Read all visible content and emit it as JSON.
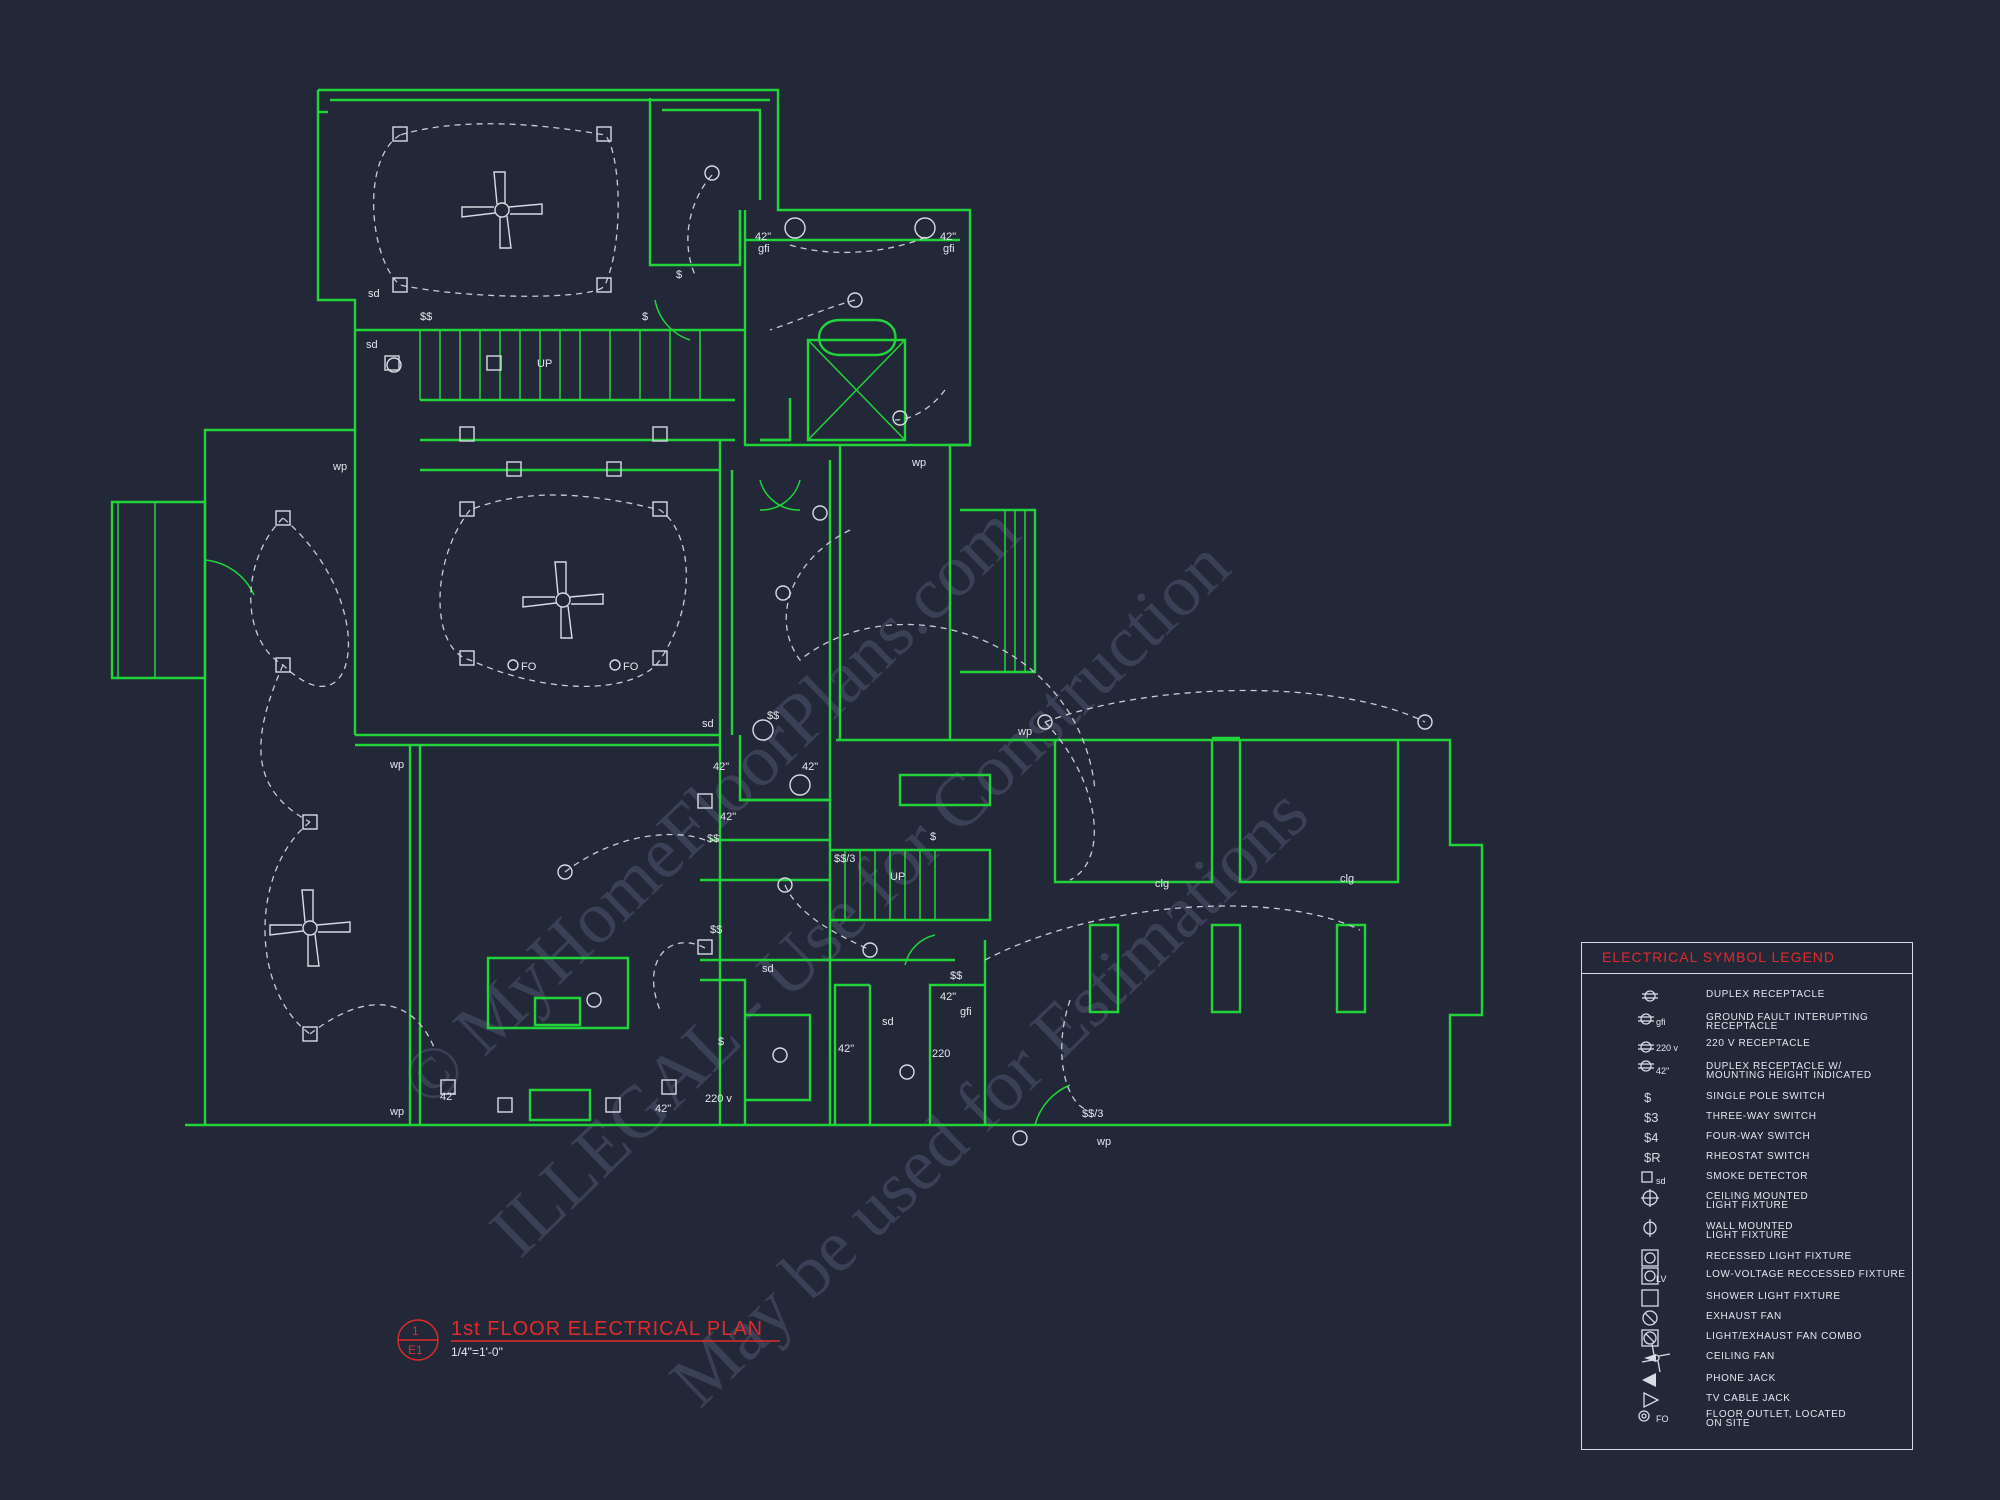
{
  "drawing": {
    "title": "1st FLOOR ELECTRICAL PLAN",
    "scale": "1/4\"=1'-0\"",
    "sheet_number": "1",
    "sheet_ref": "E1"
  },
  "watermark": {
    "line1": "© MyHomeFloorPlans.com",
    "line2": "ILLEGAL - Use for Construction",
    "line3": "May be used for Estimations"
  },
  "plan_labels": {
    "up": "UP",
    "fo": "FO",
    "wp": "wp",
    "gfi": "gfi",
    "h42": "42\"",
    "v220": "220 v",
    "v220b": "220",
    "clg": "clg",
    "sd": "sd",
    "ss": "$$",
    "s": "$",
    "s3": "$$/3"
  },
  "legend": {
    "title": "ELECTRICAL SYMBOL LEGEND",
    "items": [
      {
        "icon": "duplex-receptacle-icon",
        "label": "DUPLEX RECEPTACLE",
        "label2": ""
      },
      {
        "icon": "gfi-receptacle-icon",
        "label": "GROUND FAULT INTERUPTING",
        "label2": "RECEPTACLE",
        "tag": "gfi"
      },
      {
        "icon": "220v-receptacle-icon",
        "label": "220 V RECEPTACLE",
        "label2": "",
        "tag": "220 v"
      },
      {
        "icon": "duplex-receptacle-height-icon",
        "label": "DUPLEX RECEPTACLE W/",
        "label2": "MOUNTING HEIGHT INDICATED",
        "tag": "42\""
      },
      {
        "icon": "single-pole-switch-icon",
        "label": "SINGLE POLE SWITCH",
        "label2": ""
      },
      {
        "icon": "three-way-switch-icon",
        "label": "THREE-WAY SWITCH",
        "label2": ""
      },
      {
        "icon": "four-way-switch-icon",
        "label": "FOUR-WAY SWITCH",
        "label2": ""
      },
      {
        "icon": "rheostat-switch-icon",
        "label": "RHEOSTAT SWITCH",
        "label2": ""
      },
      {
        "icon": "smoke-detector-icon",
        "label": "SMOKE DETECTOR",
        "label2": "",
        "tag": "sd"
      },
      {
        "icon": "ceiling-light-icon",
        "label": "CEILING MOUNTED",
        "label2": "LIGHT FIXTURE"
      },
      {
        "icon": "wall-light-icon",
        "label": "WALL MOUNTED",
        "label2": "LIGHT FIXTURE"
      },
      {
        "icon": "recessed-light-icon",
        "label": "RECESSED LIGHT FIXTURE",
        "label2": ""
      },
      {
        "icon": "low-voltage-recessed-icon",
        "label": "LOW-VOLTAGE RECCESSED FIXTURE",
        "label2": "",
        "tag": "LV"
      },
      {
        "icon": "shower-light-icon",
        "label": "SHOWER LIGHT FIXTURE",
        "label2": ""
      },
      {
        "icon": "exhaust-fan-icon",
        "label": "EXHAUST FAN",
        "label2": ""
      },
      {
        "icon": "light-exhaust-combo-icon",
        "label": "LIGHT/EXHAUST FAN COMBO",
        "label2": ""
      },
      {
        "icon": "ceiling-fan-icon",
        "label": "CEILING FAN",
        "label2": ""
      },
      {
        "icon": "phone-jack-icon",
        "label": "PHONE JACK",
        "label2": ""
      },
      {
        "icon": "tv-cable-jack-icon",
        "label": "TV CABLE JACK",
        "label2": ""
      },
      {
        "icon": "floor-outlet-icon",
        "label": "FLOOR OUTLET, LOCATED",
        "label2": "ON SITE",
        "tag": "FO"
      }
    ]
  },
  "colors": {
    "background": "#232839",
    "wall": "#21d43a",
    "symbol": "#d8dbe3",
    "title_red": "#e12a2a",
    "watermark": "#3a4055"
  }
}
